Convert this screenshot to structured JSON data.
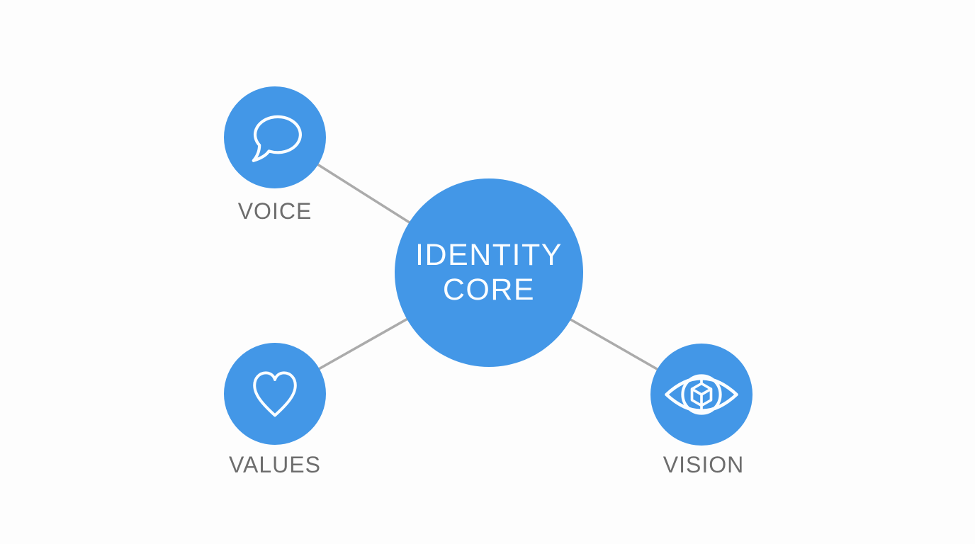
{
  "diagram": {
    "center_node": {
      "line1": "IDENTITY",
      "line2": "CORE"
    },
    "nodes": [
      {
        "label": "VOICE",
        "icon": "speech-bubble-icon"
      },
      {
        "label": "VALUES",
        "icon": "heart-icon"
      },
      {
        "label": "VISION",
        "icon": "eye-cube-icon"
      }
    ],
    "colors": {
      "accent_blue": "#4397e7",
      "connector_gray": "#ababab",
      "label_gray": "#6d6d6d",
      "icon_white": "#fafdff",
      "background": "#fdfdfd"
    }
  }
}
